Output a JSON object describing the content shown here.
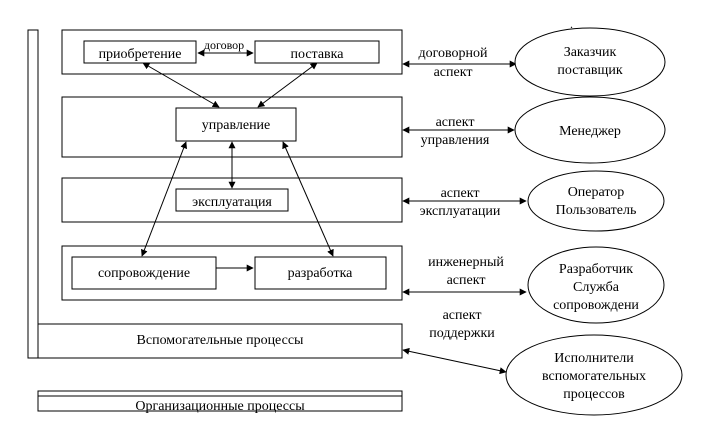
{
  "corner_mark": ".",
  "process_groups": {
    "management": "управление",
    "operation": "эксплуатация",
    "auxiliary": "Вспомогательные процессы",
    "organizational": "Организационные процессы"
  },
  "processes": {
    "acquisition": "приобретение",
    "supply": "поставка",
    "contract": "договор",
    "maintenance": "сопровождение",
    "development": "разработка"
  },
  "aspects": {
    "contract": [
      "договорной",
      "аспект"
    ],
    "management": [
      "аспект",
      "управления"
    ],
    "operation": [
      "аспект",
      "эксплуатации"
    ],
    "engineering": [
      "инженерный",
      "аспект"
    ],
    "support": [
      "аспект",
      "поддержки"
    ]
  },
  "actors": {
    "customer_supplier": [
      "Заказчик",
      "поставщик"
    ],
    "manager": [
      "Менеджер"
    ],
    "operator_user": [
      "Оператор",
      "Пользователь"
    ],
    "developer_maintenance": [
      "Разработчик",
      "Служба",
      "сопровождени"
    ],
    "auxiliary_executors": [
      "Исполнители",
      "вспомогательных",
      "процессов"
    ]
  }
}
